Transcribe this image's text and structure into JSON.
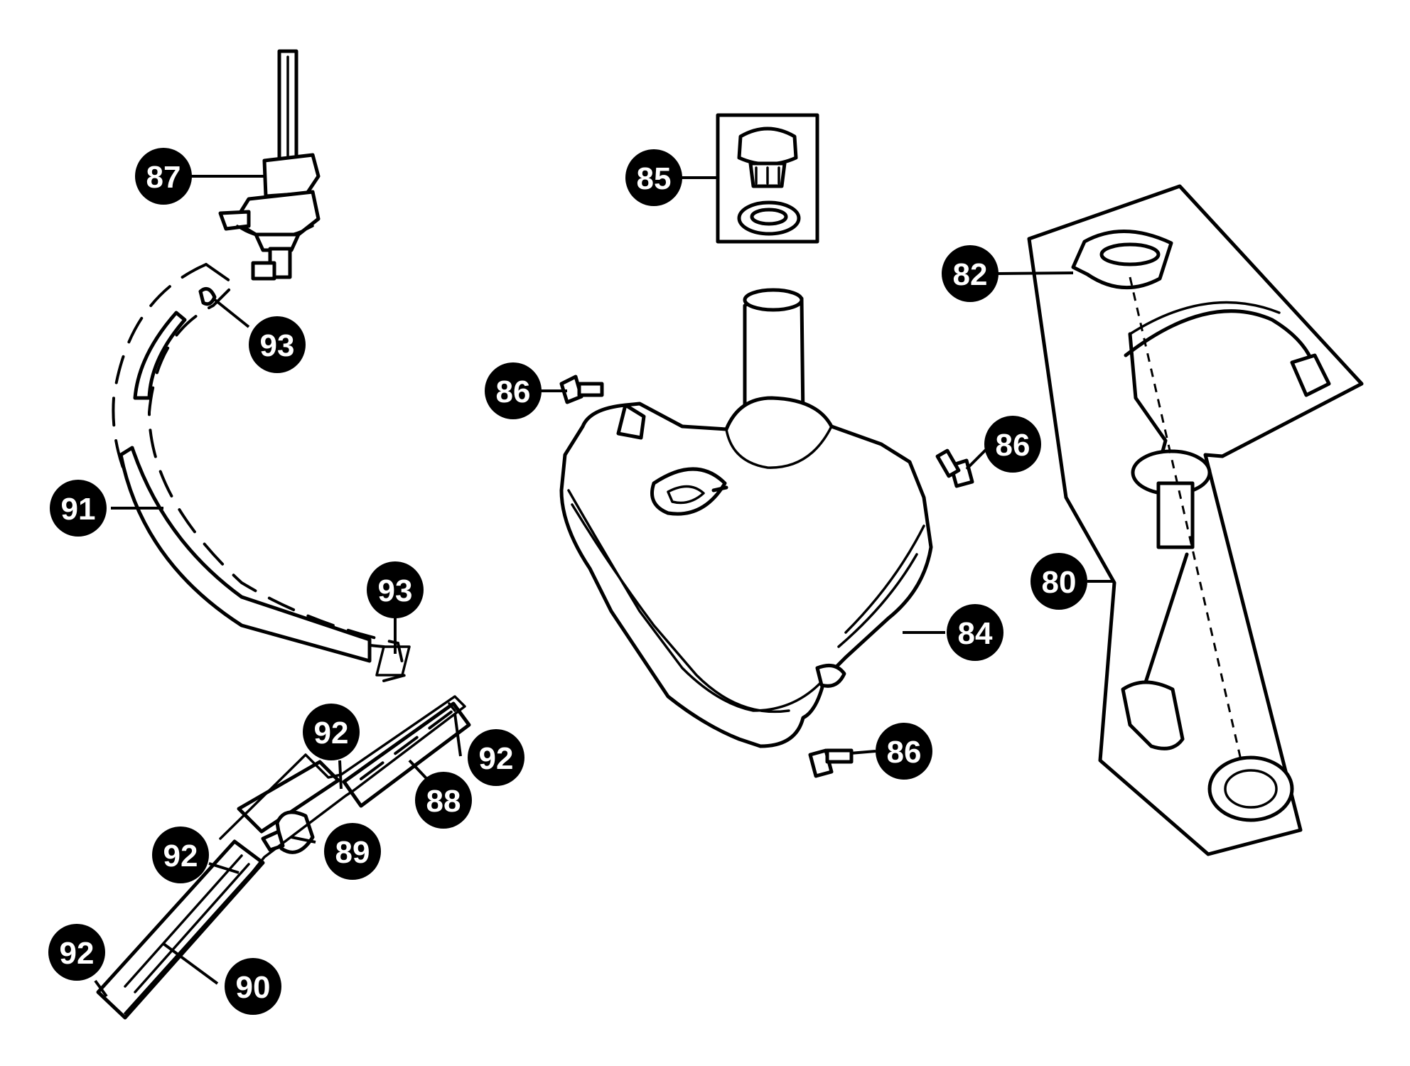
{
  "diagram": {
    "callouts": [
      {
        "id": "c87",
        "label": "87"
      },
      {
        "id": "c85",
        "label": "85"
      },
      {
        "id": "c82",
        "label": "82"
      },
      {
        "id": "c93a",
        "label": "93"
      },
      {
        "id": "c86a",
        "label": "86"
      },
      {
        "id": "c86b",
        "label": "86"
      },
      {
        "id": "c91",
        "label": "91"
      },
      {
        "id": "c80",
        "label": "80"
      },
      {
        "id": "c93b",
        "label": "93"
      },
      {
        "id": "c84",
        "label": "84"
      },
      {
        "id": "c92a",
        "label": "92"
      },
      {
        "id": "c92b",
        "label": "92"
      },
      {
        "id": "c88",
        "label": "88"
      },
      {
        "id": "c86c",
        "label": "86"
      },
      {
        "id": "c89",
        "label": "89"
      },
      {
        "id": "c92c",
        "label": "92"
      },
      {
        "id": "c92d",
        "label": "92"
      },
      {
        "id": "c90",
        "label": "90"
      }
    ]
  }
}
